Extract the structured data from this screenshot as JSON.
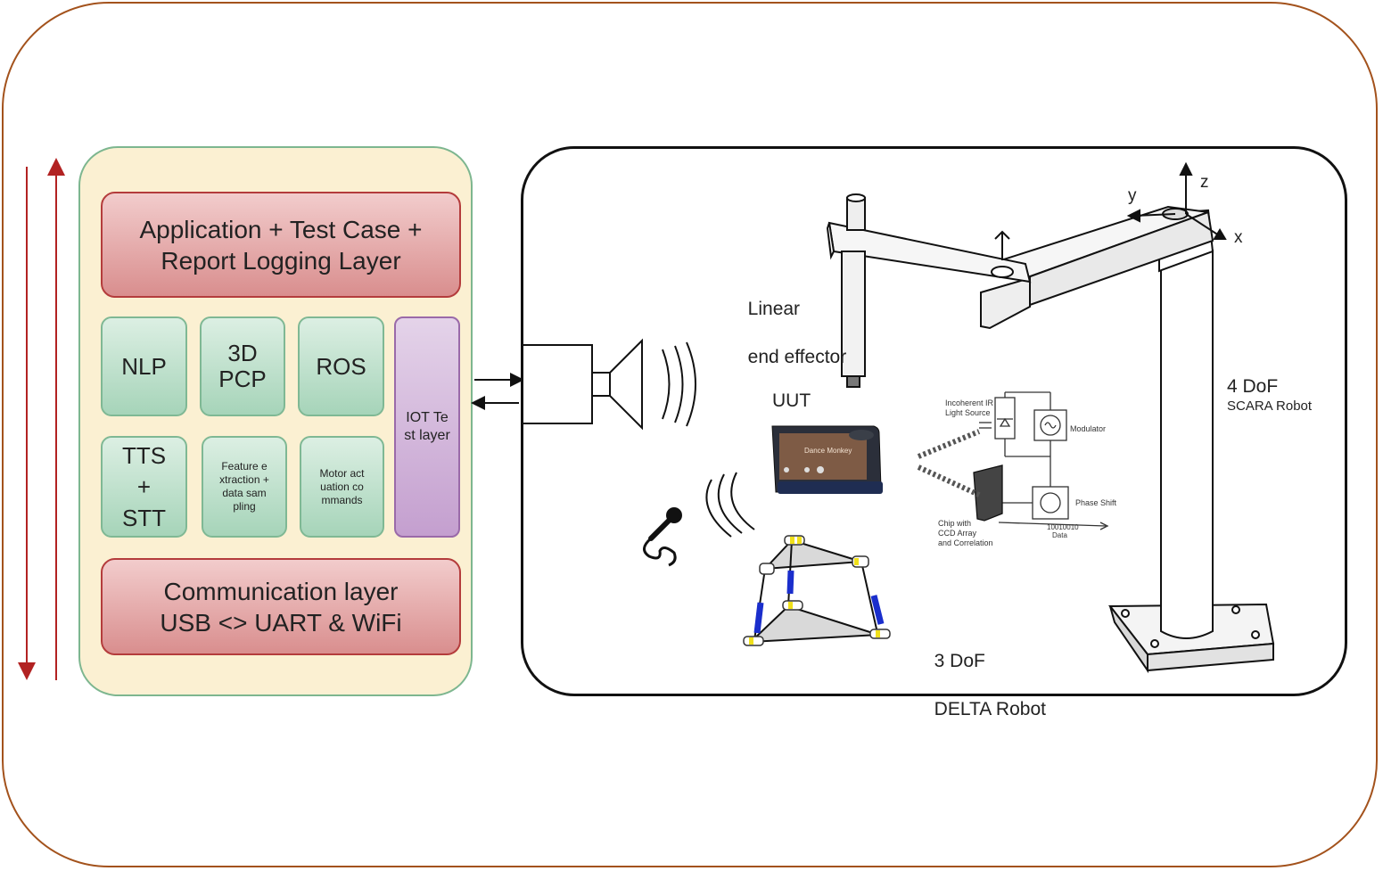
{
  "stack": {
    "top_layer": {
      "line1": "Application + Test Case +",
      "line2": "Report Logging Layer"
    },
    "modules_row1": [
      {
        "label": "NLP"
      },
      {
        "line1": "3D",
        "line2": "PCP"
      },
      {
        "label": "ROS"
      }
    ],
    "modules_row2": [
      {
        "line1": "TTS",
        "line2": "+",
        "line3": "STT"
      },
      {
        "text": "Feature extraction + data sampling"
      },
      {
        "text": "Motor actuation commands"
      }
    ],
    "iot_layer": "IOT Test layer",
    "bottom_layer": {
      "line1": "Communication layer",
      "line2": "USB <> UART & WiFi"
    }
  },
  "scene": {
    "linear_effector": {
      "line1": "Linear",
      "line2": "end effector"
    },
    "uut": "UUT",
    "scara": {
      "line1": "4 DoF",
      "line2": "SCARA Robot"
    },
    "delta": {
      "line1": "3 DoF",
      "line2": "DELTA Robot"
    },
    "axes": {
      "x": "x",
      "y": "y",
      "z": "z"
    },
    "sensor_diagram": {
      "ir_source": "Incoherent IR\nLight Source",
      "modulator": "Modulator",
      "phase_shift": "Phase Shift",
      "chip": "Chip with\nCCD Array\nand Correlation",
      "data_bits": "10010010",
      "data": "Data"
    },
    "device_screen": "Dance Monkey"
  },
  "colors": {
    "outer_border": "#a3521c",
    "stack_bg": "#fbf0d2",
    "stack_border": "#7db68f",
    "red_layer": "#d98e8e",
    "green_module": "#a6d4b9",
    "iot_layer": "#c49fcf",
    "arrow_red": "#b22222",
    "delta_link": "#1a2ecc"
  }
}
